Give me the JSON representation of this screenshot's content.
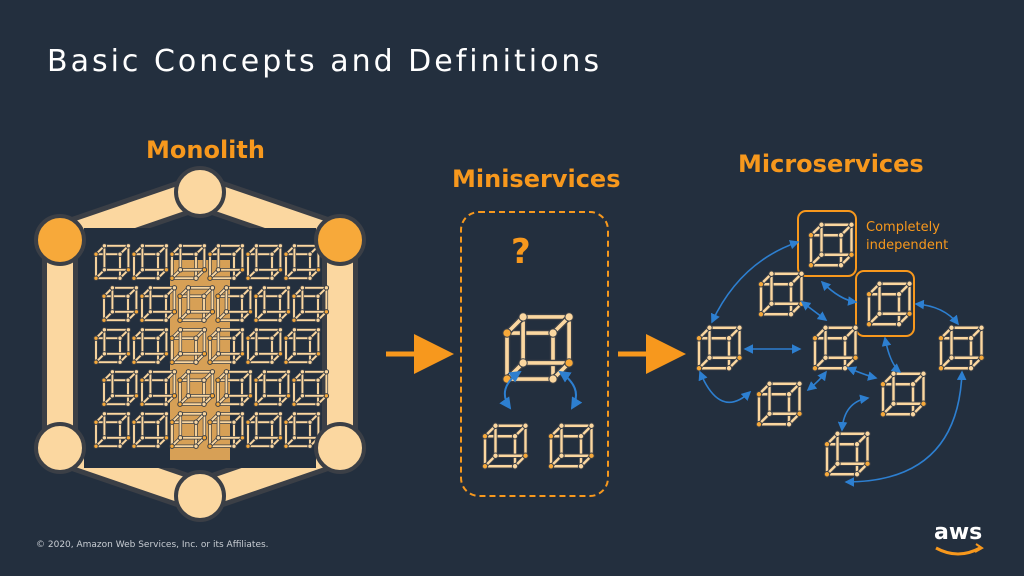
{
  "title": "Basic Concepts and Definitions",
  "monolith": {
    "label": "Monolith"
  },
  "miniservices": {
    "label": "Miniservices",
    "question": "?"
  },
  "microservices": {
    "label": "Microservices",
    "note_line1": "Completely",
    "note_line2": "independent"
  },
  "footer": {
    "copyright": "© 2020, Amazon Web Services, Inc. or its Affiliates.",
    "logo_text": "aws"
  },
  "colors": {
    "background": "#232f3e",
    "accent": "#f7981d",
    "arrow_blue": "#2d7fd0",
    "cube_fill": "#fbd7a0"
  }
}
